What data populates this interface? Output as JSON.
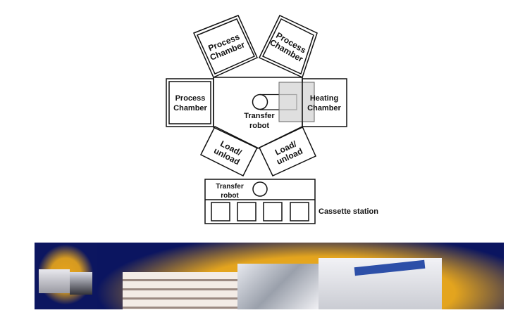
{
  "diagram": {
    "process_chamber_label": [
      "Process",
      "Chamber"
    ],
    "heating_chamber_label": [
      "Heating",
      "Chamber"
    ],
    "load_unload_label": [
      "Load/",
      "unload"
    ],
    "transfer_robot_label": [
      "Transfer",
      "robot"
    ],
    "cassette_station_label": "Cassette station"
  },
  "photos": {
    "small": "equipment-photo-small",
    "large": "equipment-photo-large"
  }
}
